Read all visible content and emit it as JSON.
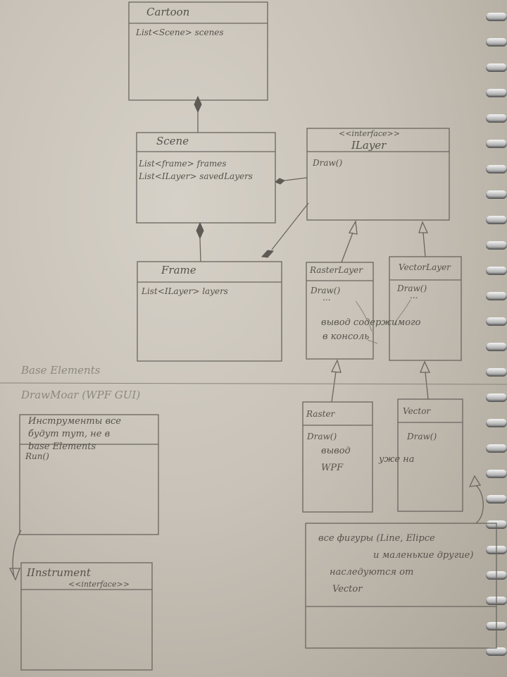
{
  "classes": {
    "cartoon": {
      "name": "Cartoon",
      "members": [
        "List<Scene> scenes"
      ]
    },
    "scene": {
      "name": "Scene",
      "members": [
        "List<frame> frames",
        "List<ILayer> savedLayers"
      ]
    },
    "ilayer": {
      "stereotype": "<<interface>>",
      "name": "ILayer",
      "members": [
        "Draw()"
      ]
    },
    "frame": {
      "name": "Frame",
      "members": [
        "List<ILayer> layers"
      ]
    },
    "raster_layer": {
      "name": "RasterLayer",
      "members": [
        "Draw()",
        "..."
      ]
    },
    "vector_layer": {
      "name": "VectorLayer",
      "members": [
        "Draw()",
        "..."
      ]
    },
    "instruments": {
      "name_lines": [
        "Инструменты все",
        "будут тут, не в",
        "base Elements"
      ],
      "members": [
        "Run()"
      ]
    },
    "iinstrument": {
      "name": "IInstrument",
      "stereotype": "<<interface>>"
    },
    "raster": {
      "name": "Raster",
      "members": [
        "Draw()",
        "вывод",
        "WPF"
      ]
    },
    "vector": {
      "name": "Vector",
      "members": [
        "Draw()"
      ]
    },
    "figures_note": {
      "lines": [
        "все фигуры (Line, Elipce",
        "и маленькие другие)",
        "наследуются от",
        "Vector"
      ]
    }
  },
  "notes": {
    "console_output": [
      "вывод содержимого",
      "в консоль"
    ],
    "wpf_output": "уже на"
  },
  "sections": {
    "base": "Base Elements",
    "draw": "DrawMoar (WPF GUI)"
  }
}
